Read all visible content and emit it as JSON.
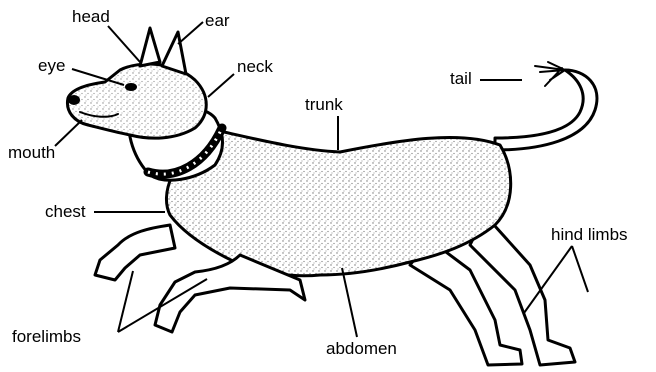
{
  "labels": {
    "head": "head",
    "ear": "ear",
    "eye": "eye",
    "neck": "neck",
    "tail": "tail",
    "trunk": "trunk",
    "mouth": "mouth",
    "chest": "chest",
    "hind_limbs": "hind limbs",
    "forelimbs": "forelimbs",
    "abdomen": "abdomen"
  }
}
